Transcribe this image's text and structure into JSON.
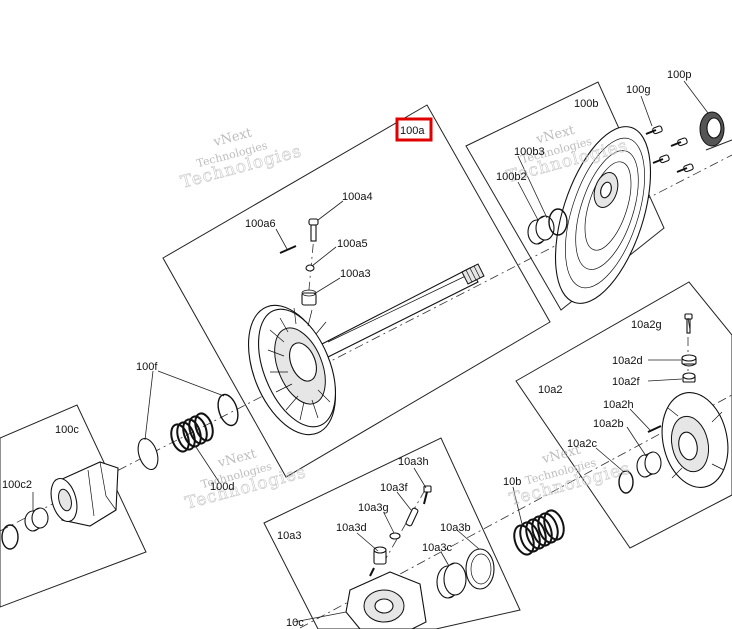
{
  "highlighted_label": "100a",
  "labels": {
    "l100a": "100a",
    "l100a4": "100a4",
    "l100a5": "100a5",
    "l100a3": "100a3",
    "l100a6": "100a6",
    "l100b": "100b",
    "l100b3": "100b3",
    "l100b2": "100b2",
    "l100g": "100g",
    "l100p": "100p",
    "l100c": "100c",
    "l100c2": "100c2",
    "l100f": "100f",
    "l100d": "100d",
    "l10a2": "10a2",
    "l10a2g": "10a2g",
    "l10a2d": "10a2d",
    "l10a2f": "10a2f",
    "l10a2h": "10a2h",
    "l10a2b": "10a2b",
    "l10a2c": "10a2c",
    "l10b": "10b",
    "l10a3": "10a3",
    "l10a3h": "10a3h",
    "l10a3f": "10a3f",
    "l10a3g": "10a3g",
    "l10a3d": "10a3d",
    "l10a3b": "10a3b",
    "l10a3c": "10a3c",
    "l10c": "10c"
  },
  "watermark": {
    "line1": "vNext",
    "line2": "Technologies"
  },
  "colors": {
    "highlight": "#e00000",
    "line": "#222222",
    "watermark": "#bdbdbd"
  }
}
